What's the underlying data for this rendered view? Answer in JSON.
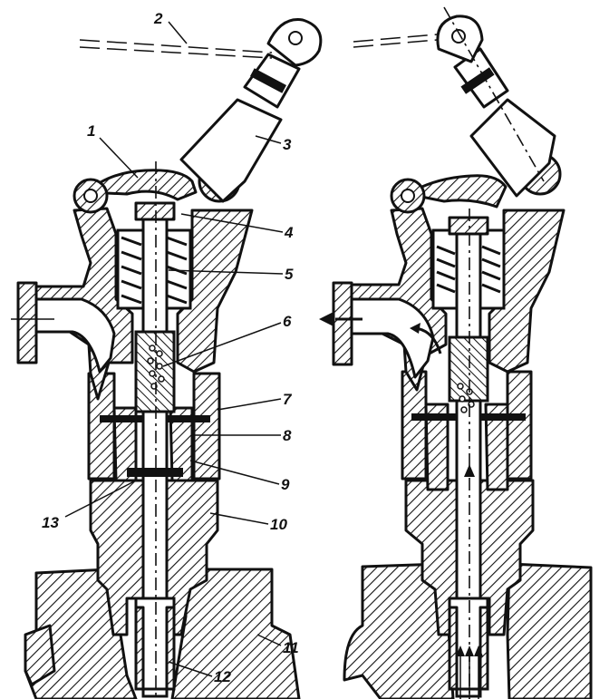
{
  "labels": {
    "l1": "1",
    "l2": "2",
    "l3": "3",
    "l4": "4",
    "l5": "5",
    "l6": "6",
    "l7": "7",
    "l8": "8",
    "l9": "9",
    "l10": "10",
    "l11": "11",
    "l12": "12",
    "l13": "13"
  },
  "colors": {
    "ink": "#111111",
    "paper": "#ffffff"
  }
}
